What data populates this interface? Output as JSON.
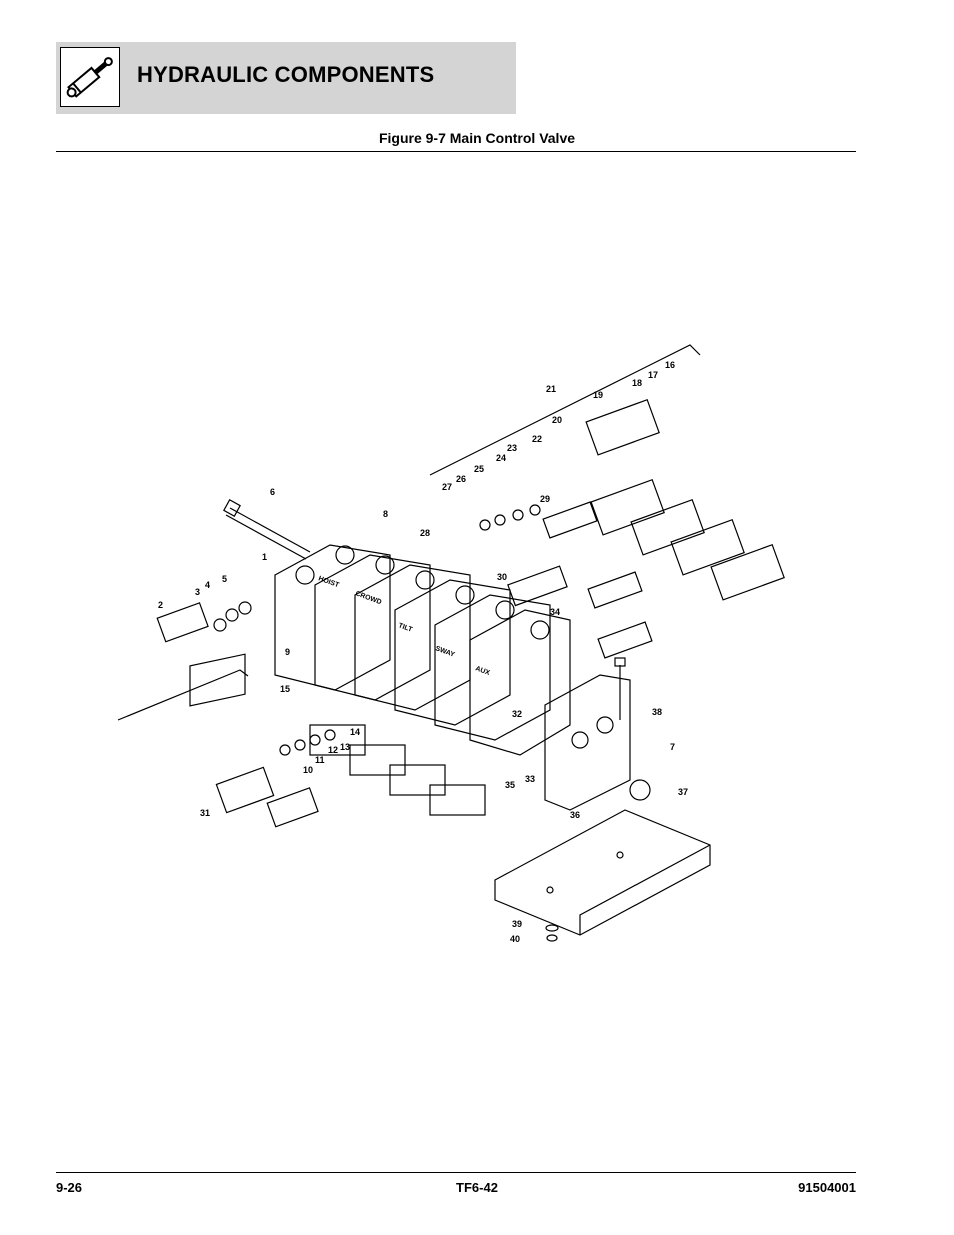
{
  "header": {
    "title": "HYDRAULIC COMPONENTS",
    "icon": "hydraulic-cylinder-icon"
  },
  "figure": {
    "title": "Figure 9-7 Main Control Valve"
  },
  "section_labels": [
    "HOIST",
    "CROWD",
    "TILT",
    "SWAY",
    "AUX"
  ],
  "callouts": [
    "1",
    "2",
    "3",
    "4",
    "5",
    "6",
    "7",
    "8",
    "9",
    "10",
    "11",
    "12",
    "13",
    "14",
    "15",
    "16",
    "17",
    "18",
    "19",
    "20",
    "21",
    "22",
    "23",
    "24",
    "25",
    "26",
    "27",
    "28",
    "29",
    "30",
    "31",
    "32",
    "33",
    "34",
    "35",
    "36",
    "37",
    "38",
    "39",
    "40"
  ],
  "footer": {
    "left": "9-26",
    "center": "TF6-42",
    "right": "91504001"
  }
}
